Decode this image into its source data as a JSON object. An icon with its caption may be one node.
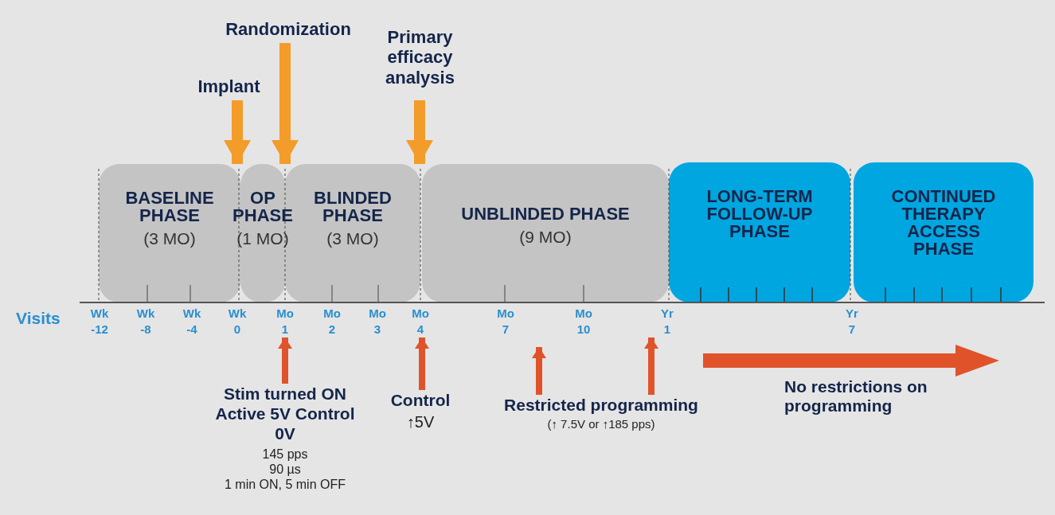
{
  "diagram": {
    "nodes": [
      {
        "text": [
          "BASELINE PHASE",
          "(3 MO)"
        ]
      },
      {
        "text": [
          "OP PHASE",
          "(1 MO)"
        ]
      },
      {
        "text": [
          "BLINDED PHASE",
          "(3 MO)"
        ]
      },
      {
        "text": [
          "UNBLINDED PHASE",
          "(9 MO)"
        ]
      },
      {
        "text": [
          "LONG-TERM FOLLOW-UP PHASE"
        ]
      },
      {
        "text": [
          "CONTINUED THERAPY ACCESS PHASE"
        ]
      },
      {
        "text": [
          "Implant"
        ]
      },
      {
        "text": [
          "Randomization"
        ]
      },
      {
        "text": [
          "Primary efficacy analysis"
        ]
      },
      {
        "text": [
          "Stim turned ON Active 5V Control 0V",
          "145 pps",
          "90 µs",
          "1 min ON, 5 min OFF"
        ]
      },
      {
        "text": [
          "Control",
          "↑5V"
        ]
      },
      {
        "text": [
          "Restricted programming",
          "(↑ 7.5V  or ↑185 pps)"
        ]
      },
      {
        "text": [
          "No restrictions on programming"
        ]
      },
      {
        "text": [
          "Mo 1"
        ]
      },
      {
        "text": [
          "Mo 4"
        ]
      },
      {
        "text": [
          "Yr 1"
        ]
      }
    ],
    "edges": [
      {
        "from": 6,
        "to": 1,
        "arrow": "to",
        "color": "#f39c2a"
      },
      {
        "from": 7,
        "to": 1,
        "arrow": "to",
        "color": "#f39c2a"
      },
      {
        "from": 8,
        "to": 2,
        "arrow": "to",
        "color": "#f39c2a"
      },
      {
        "from": 9,
        "to": 13,
        "arrow": "to"
      },
      {
        "from": 10,
        "to": 14,
        "arrow": "to"
      },
      {
        "from": 11,
        "to": null,
        "arrow": "to"
      },
      {
        "from": 11,
        "to": 15,
        "arrow": "to"
      }
    ],
    "labels": [
      "Visits",
      "Wk -12",
      "Wk -8",
      "Wk -4",
      "Wk 0",
      "Mo 2",
      "Mo 3",
      "Mo 7",
      "Mo 10",
      "Yr 7"
    ]
  }
}
